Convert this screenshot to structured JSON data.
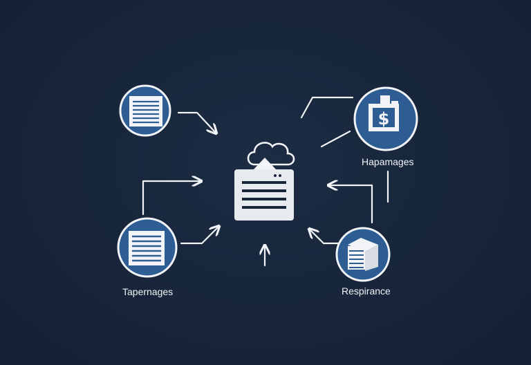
{
  "nodes": {
    "top_left": {
      "label": "",
      "icon": "document-icon"
    },
    "bottom_left": {
      "label": "Tapernages",
      "icon": "document-icon"
    },
    "top_right": {
      "label": "Hapamages",
      "icon": "dollar-building-icon"
    },
    "bottom_right": {
      "label": "Respirance",
      "icon": "server-stack-icon"
    },
    "center": {
      "label": "",
      "icon": "cloud-server-icon"
    }
  },
  "colors": {
    "background": "#18263a",
    "node_fill": "#2d5d92",
    "node_ring": "#f2f4f7",
    "lines": "#f2f4f7"
  }
}
